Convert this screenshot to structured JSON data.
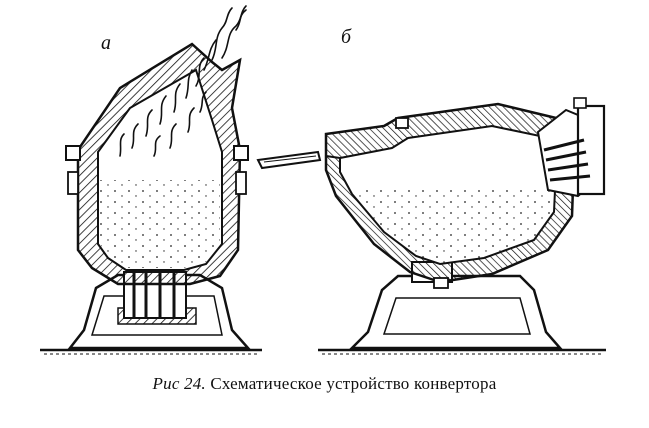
{
  "figure": {
    "label_a": "а",
    "label_b": "б",
    "caption_prefix": "Рис 24.",
    "caption_text": "Схематическое устройство конвертора"
  }
}
